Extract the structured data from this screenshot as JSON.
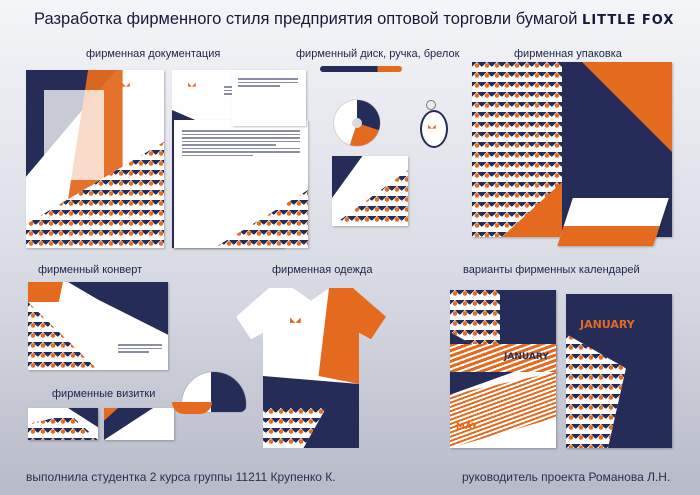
{
  "header": {
    "title_prefix": "Разработка фирменного стиля предприятия оптовой торговли бумагой",
    "title_brand": "LITTLE FOX"
  },
  "sections": {
    "documentation": "фирменная документация",
    "disk_pen_keychain": "фирменный диск, ручка, брелок",
    "packaging": "фирменная упаковка",
    "envelope": "фирменный конверт",
    "clothing": "фирменная одежда",
    "calendars": "варианты фирменных календарей",
    "business_cards": "фирменные визитки"
  },
  "calendar": {
    "month_january": "JANUARY",
    "month_may": "MAY"
  },
  "footer": {
    "author": "выполнила студентка 2 курса группы 11211 Крупенко К.",
    "supervisor": "руководитель проекта Романова Л.Н."
  },
  "colors": {
    "navy": "#262c58",
    "orange": "#e46a1f",
    "white": "#ffffff"
  }
}
